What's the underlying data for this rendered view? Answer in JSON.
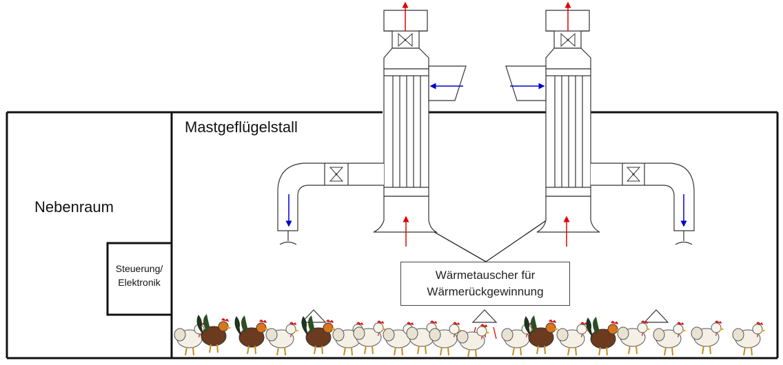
{
  "labels": {
    "stall": "Mastgeflügelstall",
    "nebenraum": "Nebenraum",
    "steuerung_line1": "Steuerung/",
    "steuerung_line2": "Elektronik",
    "waermetauscher_line1": "Wärmetauscher für",
    "waermetauscher_line2": "Wärmerückgewinnung"
  },
  "colors": {
    "outline": "#111111",
    "duct": "#333333",
    "exhaust_arrow": "#e00000",
    "fresh_air_arrow": "#0000cc"
  },
  "icons": [
    "fan-icon",
    "chicken-icon"
  ]
}
